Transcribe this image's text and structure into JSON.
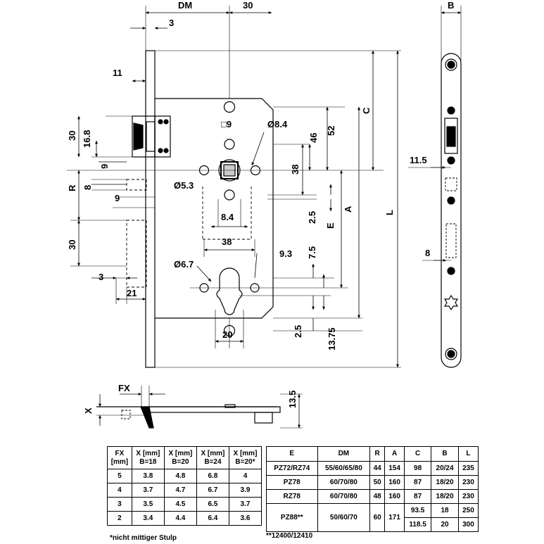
{
  "front_view": {
    "dims": {
      "dm": "DM",
      "thirty_top": "30",
      "three_top": "3",
      "eleven": "11",
      "thirty_left": "30",
      "sixteen_eight": "16.8",
      "nine_a": "9",
      "r": "R",
      "eight": "8",
      "nine_b": "9",
      "thirty_lower": "30",
      "three_lower": "3",
      "twenty_one": "21",
      "sq_nine": "□9",
      "dia_8_4": "Ø8.4",
      "dia_5_3": "Ø5.3",
      "eight_four": "8.4",
      "thirty_eight_h": "38",
      "dia_6_7": "Ø6.7",
      "twenty": "20",
      "nine_three": "9.3",
      "forty_six": "46",
      "fifty_two": "52",
      "thirty_eight_v": "38",
      "two_five_a": "2.5",
      "e": "E",
      "seven_five": "7.5",
      "two_five_b": "2.5",
      "thirteen_75": "13.75",
      "a": "A",
      "c": "C",
      "l": "L"
    }
  },
  "side_view": {
    "dims": {
      "b": "B",
      "eleven_five": "11.5",
      "eight": "8"
    }
  },
  "bottom_view": {
    "dims": {
      "fx": "FX",
      "x": "X",
      "thirteen_five": "13.5"
    }
  },
  "fx_table": {
    "headers": [
      "FX\n[mm]",
      "X [mm]\nB=18",
      "X [mm]\nB=20",
      "X [mm]\nB=24",
      "X [mm]\nB=20*"
    ],
    "rows": [
      [
        "5",
        "3.8",
        "4.8",
        "6.8",
        "4"
      ],
      [
        "4",
        "3.7",
        "4.7",
        "6.7",
        "3.9"
      ],
      [
        "3",
        "3.5",
        "4.5",
        "6.5",
        "3.7"
      ],
      [
        "2",
        "3.4",
        "4.4",
        "6.4",
        "3.6"
      ]
    ],
    "footnote": "*nicht mittiger Stulp"
  },
  "e_table": {
    "headers": [
      "E",
      "DM",
      "R",
      "A",
      "C",
      "B",
      "L"
    ],
    "rows": [
      [
        "PZ72/RZ74",
        "55/60/65/80",
        "44",
        "154",
        "98",
        "20/24",
        "235"
      ],
      [
        "PZ78",
        "60/70/80",
        "50",
        "160",
        "87",
        "18/20",
        "230"
      ],
      [
        "RZ78",
        "60/70/80",
        "48",
        "160",
        "87",
        "18/20",
        "230"
      ]
    ],
    "last_row": {
      "e": "PZ88**",
      "dm": "50/60/70",
      "r": "60",
      "a": "171",
      "c1": "93.5",
      "c2": "118.5",
      "b1": "18",
      "b2": "20",
      "l1": "250",
      "l2": "300"
    },
    "footnote": "**12400/12410"
  }
}
